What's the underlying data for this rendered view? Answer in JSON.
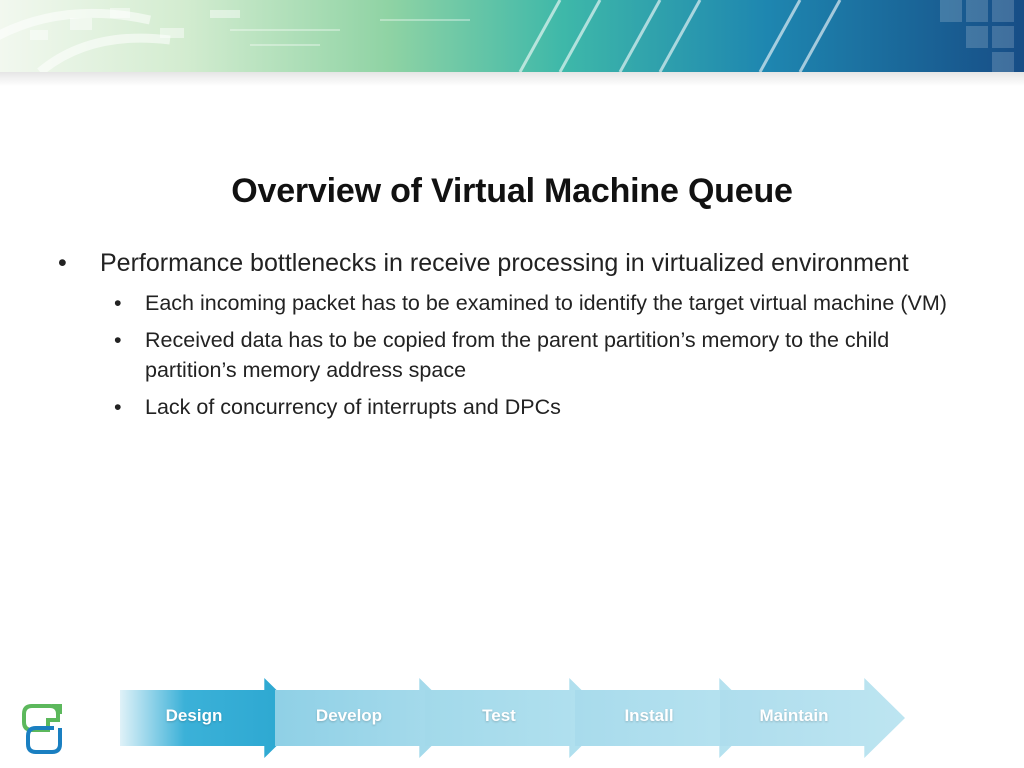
{
  "slide": {
    "title": "Overview of Virtual Machine Queue",
    "bullets": [
      {
        "text": "Performance bottlenecks in receive processing in virtualized environment",
        "children": [
          "Each incoming packet has to be examined to identify the target virtual machine (VM)",
          "Received data has to be copied from the parent partition’s memory to the child partition’s memory address space",
          "Lack of concurrency of interrupts and DPCs"
        ]
      }
    ],
    "bullet_symbol": "•"
  },
  "footer": {
    "stages": [
      {
        "label": "Design",
        "active": true
      },
      {
        "label": "Develop",
        "active": false
      },
      {
        "label": "Test",
        "active": false
      },
      {
        "label": "Install",
        "active": false
      },
      {
        "label": "Maintain",
        "active": false
      }
    ],
    "logo_icon": "product-logo-icon"
  },
  "colors": {
    "active_stage": "#2aa6d0",
    "inactive_stage": "#a9dcec",
    "title": "#111111",
    "body_text": "#222222"
  }
}
